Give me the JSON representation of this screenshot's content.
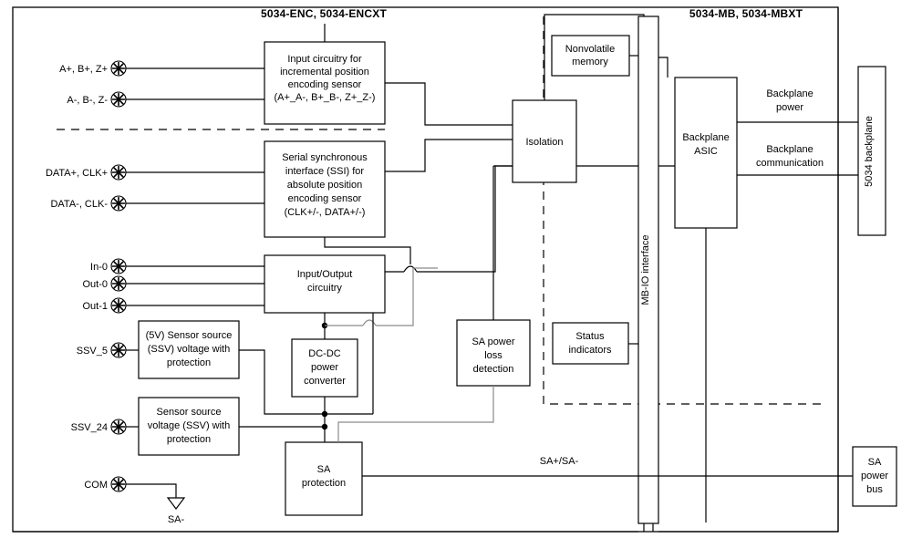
{
  "diagram": {
    "title_left": "5034-ENC, 5034-ENCXT",
    "title_right": "5034-MB, 5034-MBXT",
    "colors": {
      "line": "#000000",
      "line_secondary": "#8a8a8a",
      "background": "#ffffff"
    }
  },
  "blocks": {
    "incremental_input": "Input circuitry for\nincremental position\nencoding sensor\n(A+_A-, B+_B-, Z+_Z-)",
    "incremental_input_lines": [
      "Input circuitry for",
      "incremental position",
      "encoding sensor",
      "(A+_A-, B+_B-, Z+_Z-)"
    ],
    "ssi_lines": [
      "Serial synchronous",
      "interface (SSI) for",
      "absolute position",
      "encoding sensor",
      "(CLK+/-, DATA+/-)"
    ],
    "io_circuitry_lines": [
      "Input/Output",
      "circuitry"
    ],
    "ssv5_lines": [
      "(5V) Sensor source",
      "(SSV) voltage with",
      "protection"
    ],
    "ssv24_lines": [
      "Sensor source",
      "voltage (SSV) with",
      "protection"
    ],
    "dcdc_lines": [
      "DC-DC",
      "power",
      "converter"
    ],
    "sa_protection_lines": [
      "SA",
      "protection"
    ],
    "isolation_lines": [
      "Isolation"
    ],
    "nonvolatile_lines": [
      "Nonvolatile",
      "memory"
    ],
    "sa_power_loss_lines": [
      "SA power",
      "loss",
      "detection"
    ],
    "status_indicators_lines": [
      "Status",
      "indicators"
    ],
    "backplane_asic_lines": [
      "Backplane",
      "ASIC"
    ],
    "mb_io_interface": "MB-IO interface",
    "backplane_5034": "5034 backplane",
    "sa_power_bus_lines": [
      "SA",
      "power",
      "bus"
    ]
  },
  "pins": [
    {
      "label": "A+, B+, Z+"
    },
    {
      "label": "A-, B-, Z-"
    },
    {
      "label": "DATA+, CLK+"
    },
    {
      "label": "DATA-, CLK-"
    },
    {
      "label": "In-0"
    },
    {
      "label": "Out-0"
    },
    {
      "label": "Out-1"
    },
    {
      "label": "SSV_5"
    },
    {
      "label": "SSV_24"
    },
    {
      "label": "COM"
    }
  ],
  "wire_labels": {
    "backplane_power": [
      "Backplane",
      "power"
    ],
    "backplane_communication": [
      "Backplane",
      "communication"
    ],
    "sa_bus": "SA+/SA-",
    "ground": "SA-"
  }
}
